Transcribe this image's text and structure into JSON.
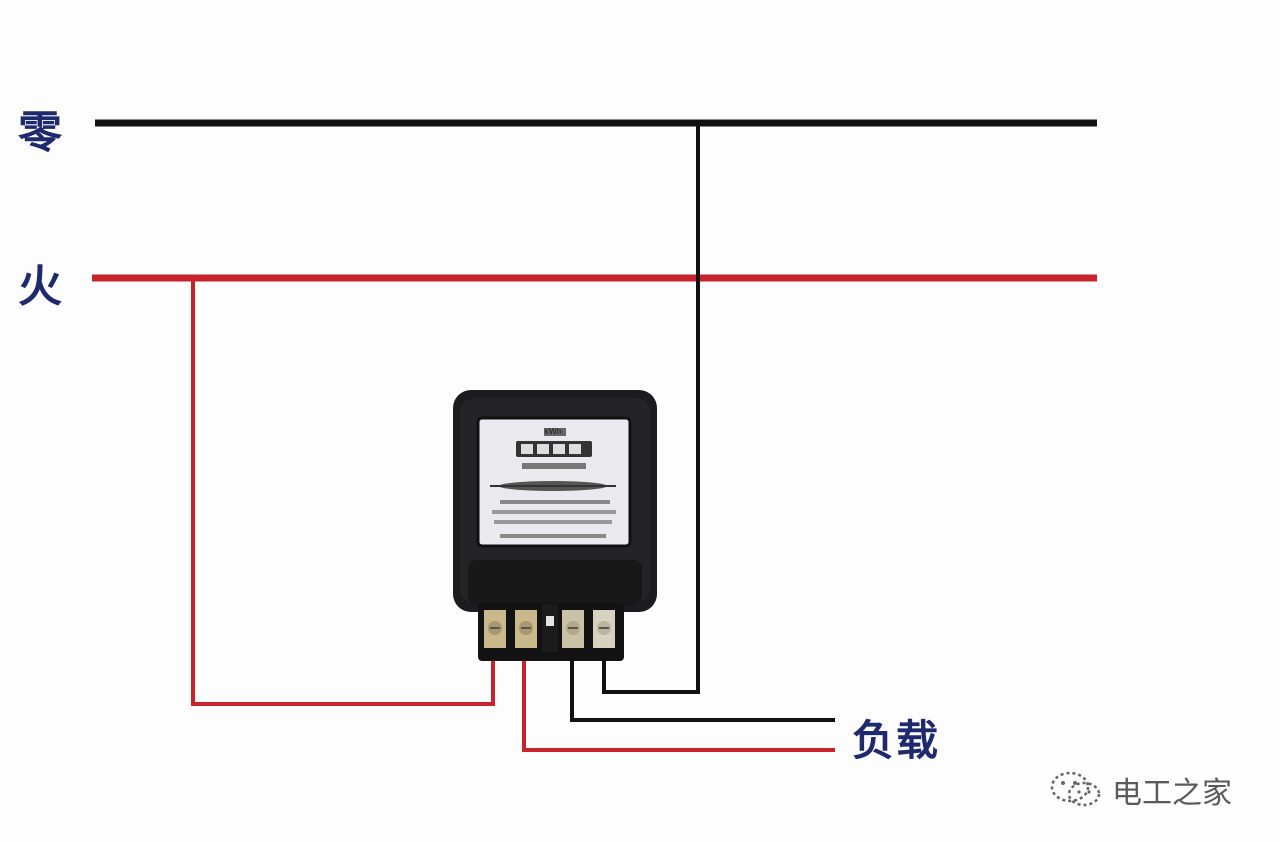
{
  "labels": {
    "neutral": "零",
    "live": "火",
    "load": "负载"
  },
  "watermark": {
    "text": "电工之家",
    "icon": "wechat-icon"
  },
  "meter": {
    "unit": "kWh",
    "icon": "electricity-meter-icon"
  },
  "colors": {
    "neutral_wire": "#111111",
    "live_wire": "#c8232c",
    "label_text": "#1f2a6e"
  }
}
